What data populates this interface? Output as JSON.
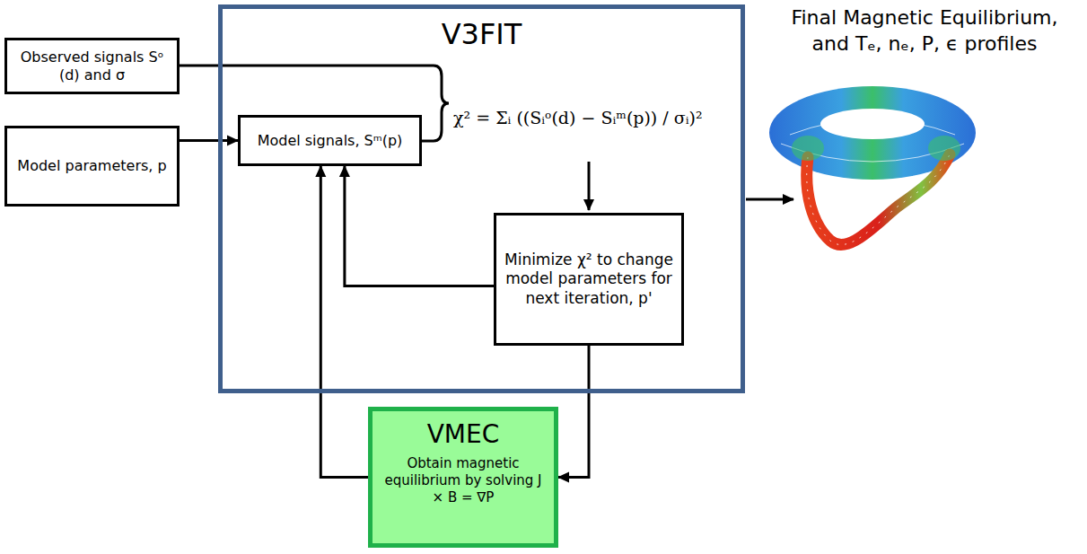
{
  "diagram": {
    "nodes": [
      {
        "text": [
          "V3FIT"
        ]
      },
      {
        "text": [
          "Observed signals Sᵒ (d) and σ"
        ]
      },
      {
        "text": [
          "Model parameters, p"
        ]
      },
      {
        "text": [
          "Model signals, Sᵐ(p)"
        ],
        "in": 0
      },
      {
        "text": [
          "Minimize χ² to change model parameters for next iteration, p'"
        ],
        "in": 0
      },
      {
        "text": [
          "VMEC",
          "Obtain magnetic equilibrium by solving J × B = ∇P"
        ]
      }
    ],
    "edges": [
      {
        "from": 2,
        "to": 3,
        "arrow": "to"
      },
      {
        "from": 4,
        "to": 3,
        "arrow": "to"
      },
      {
        "from": 4,
        "to": 5,
        "arrow": "to"
      },
      {
        "from": 5,
        "to": 3,
        "arrow": "to"
      }
    ],
    "labels": [
      "χ² = Σᵢ ((Sᵢᵒ(d) − Sᵢᵐ(p)) / σᵢ)²",
      "Final Magnetic Equilibrium, and Tₑ, nₑ, P, ϵ profiles"
    ]
  }
}
